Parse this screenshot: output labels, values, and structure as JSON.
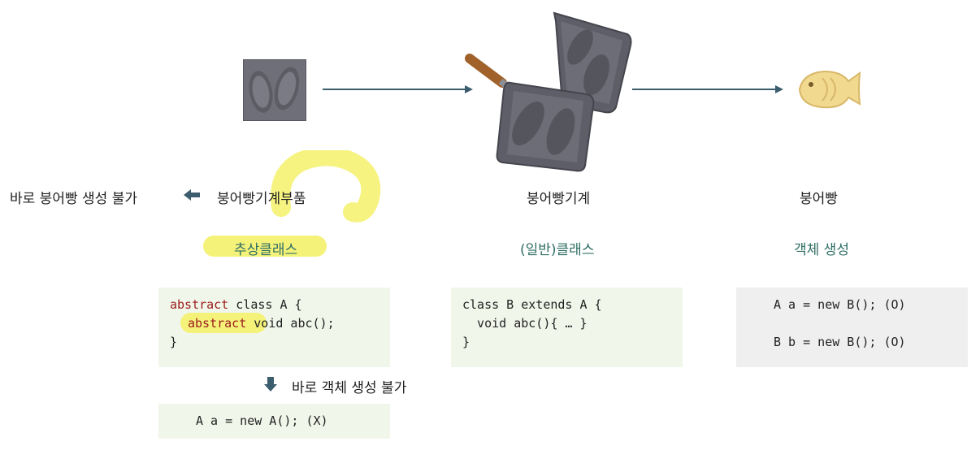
{
  "top": {
    "mold_icon": "fish-mold-part-icon",
    "machine_icon": "fish-bread-machine-icon",
    "bread_icon": "fish-bread-icon"
  },
  "row_labels": {
    "no_direct": "바로 붕어빵 생성 불가",
    "part": "붕어빵기계부품",
    "machine": "붕어빵기계",
    "bread": "붕어빵"
  },
  "sub_labels": {
    "abstract_class": "추상클래스",
    "normal_class": "(일반)클래스",
    "create_object": "객체 생성"
  },
  "code_a": {
    "line1_kw": "abstract",
    "line1_rest": " class A {",
    "line2_kw": "abstract",
    "line2_rest": " void abc();",
    "line3": "}"
  },
  "code_b": {
    "line1": "class B extends A {",
    "line2": "  void abc(){ … }",
    "line3": "}"
  },
  "code_c": {
    "line1": "A a = new B(); (O)",
    "line2": "B b = new B(); (O)"
  },
  "note_no_object": "바로 객체 생성 불가",
  "code_fail": "A a = new A(); (X)",
  "colors": {
    "accent_green": "#2f6e63",
    "arrow": "#3b5d6e",
    "keyword_red": "#9b1b1b",
    "highlight_yellow": "#f5f27a"
  }
}
